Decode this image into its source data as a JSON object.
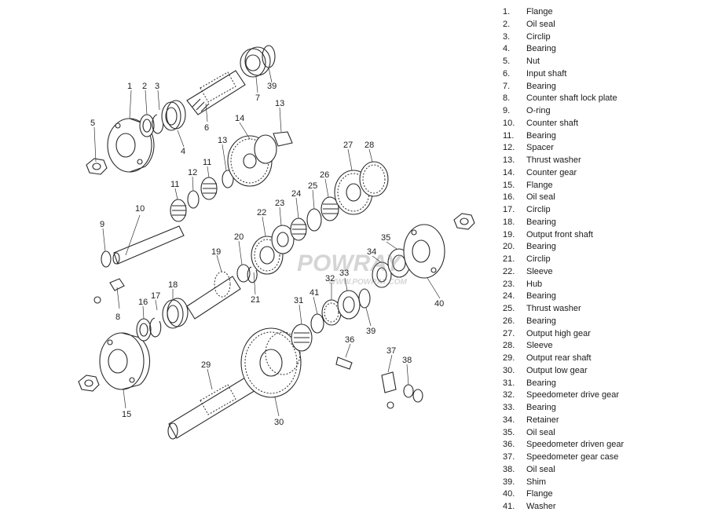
{
  "callouts": [
    "1",
    "2",
    "3",
    "4",
    "5",
    "6",
    "7",
    "8",
    "9",
    "10",
    "11",
    "11",
    "12",
    "13",
    "13",
    "14",
    "15",
    "16",
    "17",
    "18",
    "19",
    "20",
    "21",
    "22",
    "23",
    "24",
    "25",
    "26",
    "27",
    "28",
    "29",
    "30",
    "31",
    "32",
    "33",
    "34",
    "35",
    "36",
    "37",
    "38",
    "39",
    "39",
    "40",
    "41"
  ],
  "legend": [
    {
      "num": "1.",
      "label": "Flange"
    },
    {
      "num": "2.",
      "label": "Oil  seal"
    },
    {
      "num": "3.",
      "label": "Circlip"
    },
    {
      "num": "4.",
      "label": "Bearing"
    },
    {
      "num": "5.",
      "label": "Nut"
    },
    {
      "num": "6.",
      "label": "Input  shaft"
    },
    {
      "num": "7.",
      "label": "Bearing"
    },
    {
      "num": "8.",
      "label": "Counter  shaft  lock  plate"
    },
    {
      "num": "9.",
      "label": "O-ring"
    },
    {
      "num": "10.",
      "label": "Counter  shaft"
    },
    {
      "num": "11.",
      "label": "Bearing"
    },
    {
      "num": "12.",
      "label": "Spacer"
    },
    {
      "num": "13.",
      "label": "Thrust  washer"
    },
    {
      "num": "14.",
      "label": "Counter  gear"
    },
    {
      "num": "15.",
      "label": "Flange"
    },
    {
      "num": "16.",
      "label": "Oil  seal"
    },
    {
      "num": "17.",
      "label": "Circlip"
    },
    {
      "num": "18.",
      "label": "Bearing"
    },
    {
      "num": "19.",
      "label": "Output  front  shaft"
    },
    {
      "num": "20.",
      "label": "Bearing"
    },
    {
      "num": "21.",
      "label": "Circlip"
    },
    {
      "num": "22.",
      "label": "Sleeve"
    },
    {
      "num": "23.",
      "label": "Hub"
    },
    {
      "num": "24.",
      "label": "Bearing"
    },
    {
      "num": "25.",
      "label": "Thrust  washer"
    },
    {
      "num": "26.",
      "label": "Bearing"
    },
    {
      "num": "27.",
      "label": "Output  high  gear"
    },
    {
      "num": "28.",
      "label": "Sleeve"
    },
    {
      "num": "29.",
      "label": "Output  rear  shaft"
    },
    {
      "num": "30.",
      "label": "Output  low  gear"
    },
    {
      "num": "31.",
      "label": "Bearing"
    },
    {
      "num": "32.",
      "label": "Speedometer  drive  gear"
    },
    {
      "num": "33.",
      "label": "Bearing"
    },
    {
      "num": "34.",
      "label": "Retainer"
    },
    {
      "num": "35.",
      "label": "Oil  seal"
    },
    {
      "num": "36.",
      "label": "Speedometer  driven  gear"
    },
    {
      "num": "37.",
      "label": "Speedometer  gear  case"
    },
    {
      "num": "38.",
      "label": "Oil  seal"
    },
    {
      "num": "39.",
      "label": "Shim"
    },
    {
      "num": "40.",
      "label": "Flange"
    },
    {
      "num": "41.",
      "label": "Washer"
    }
  ],
  "watermark": {
    "main": "POWRAY",
    "sub": "WWW.POWRAY.COM"
  }
}
